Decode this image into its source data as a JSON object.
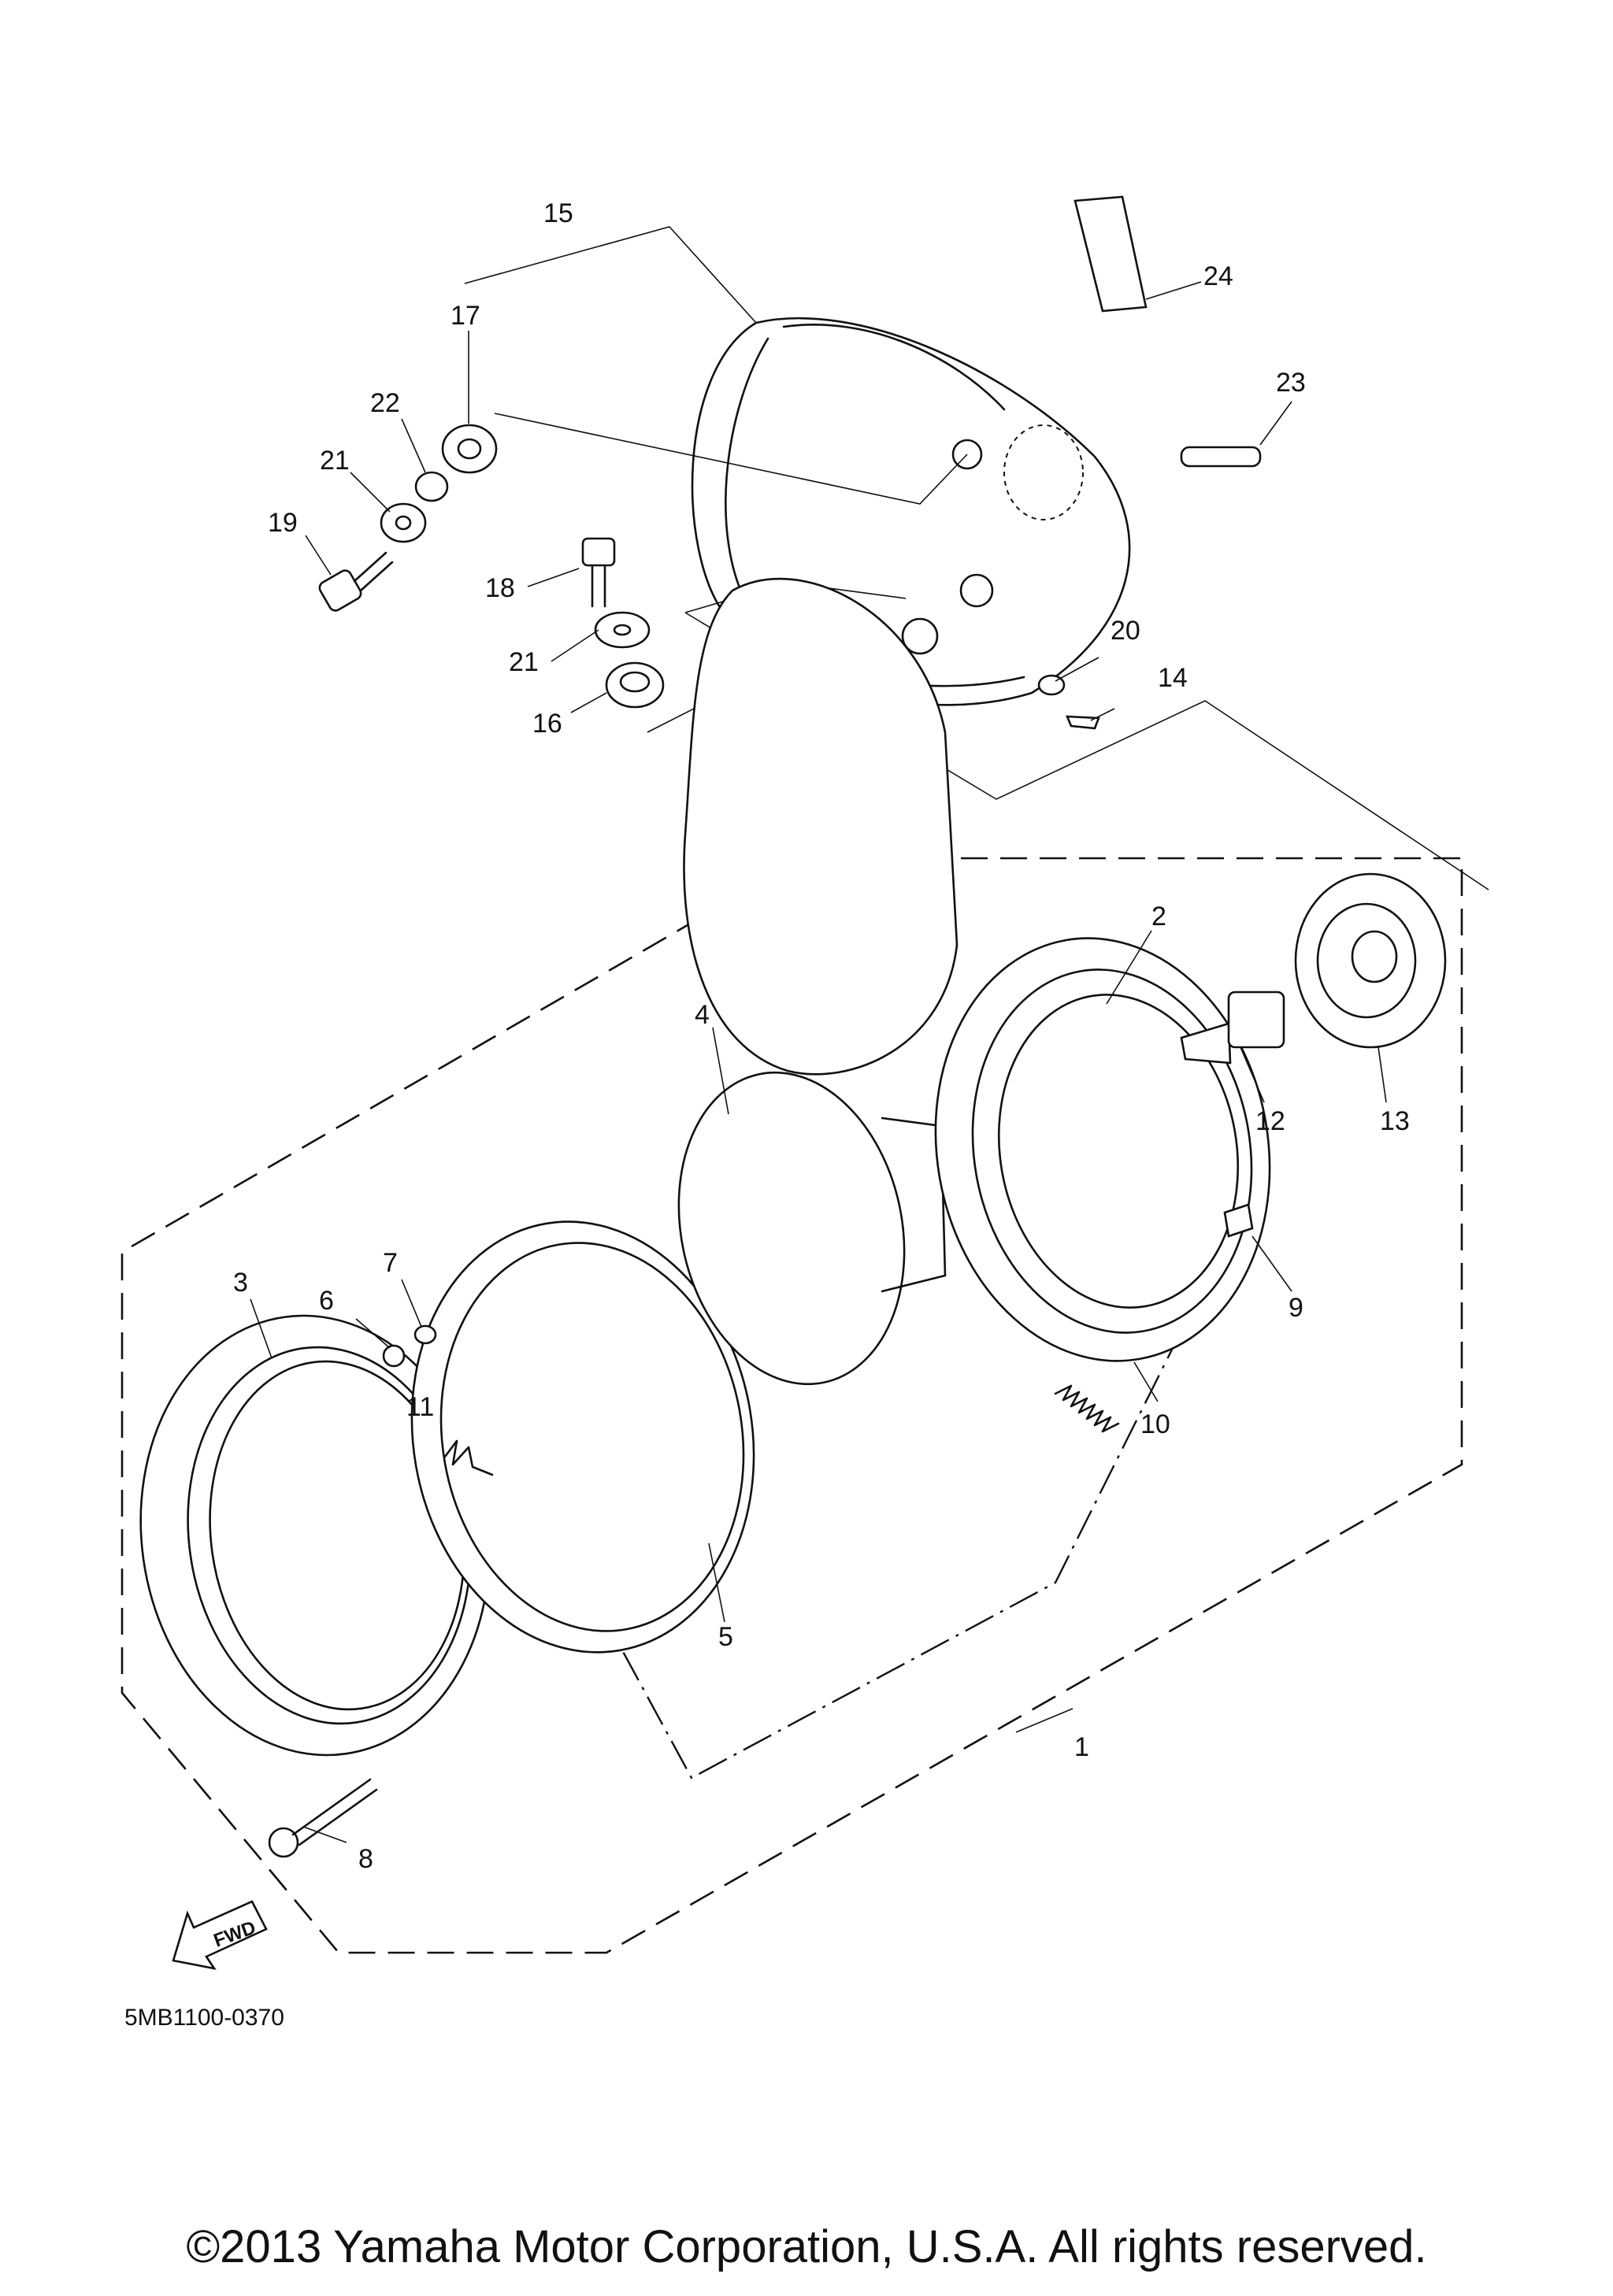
{
  "diagram_code": "5MB1100-0370",
  "fwd_label": "FWD",
  "copyright": "©2013 Yamaha Motor Corporation, U.S.A. All rights reserved.",
  "callouts": [
    "1",
    "2",
    "3",
    "4",
    "5",
    "6",
    "7",
    "8",
    "9",
    "10",
    "11",
    "12",
    "13",
    "14",
    "15",
    "16",
    "17",
    "18",
    "19",
    "20",
    "21",
    "21",
    "22",
    "23",
    "24"
  ]
}
